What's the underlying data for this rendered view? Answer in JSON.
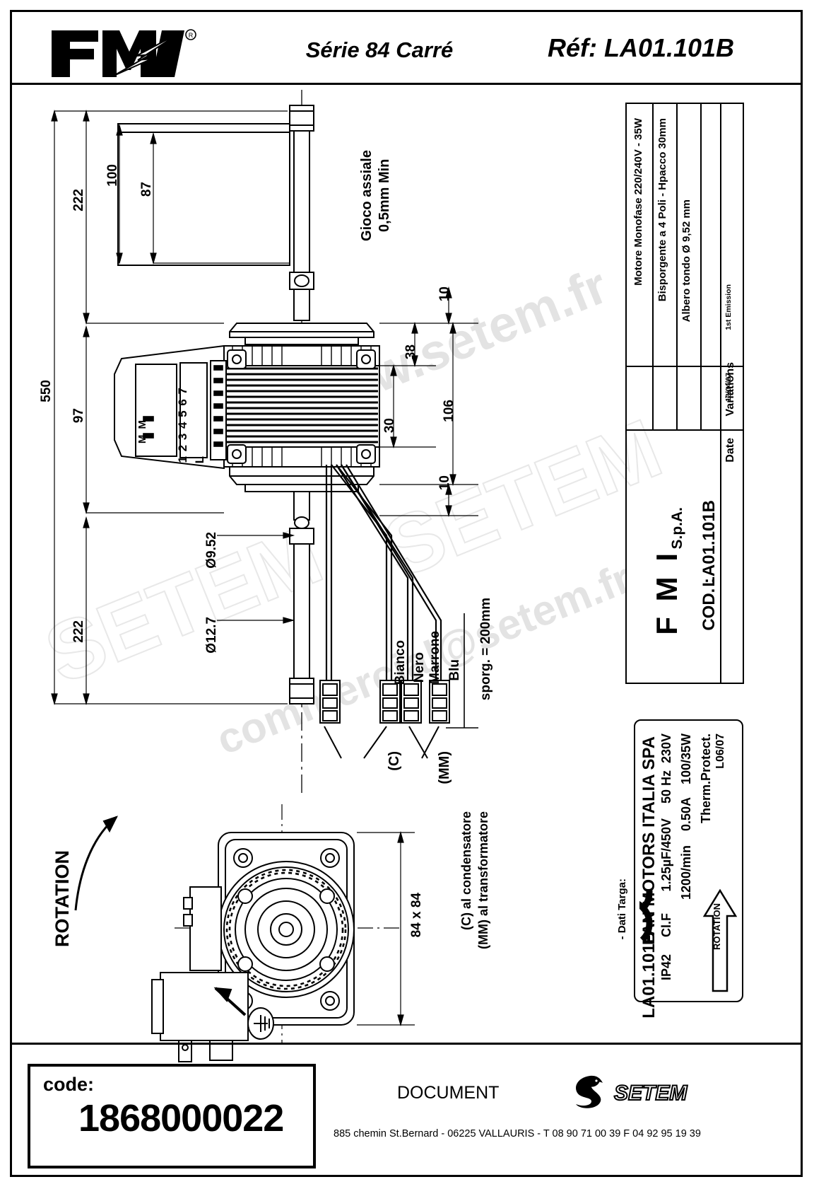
{
  "header": {
    "logo_alt": "FMI",
    "series_title": "Série 84 Carré",
    "reference": "Réf:  LA01.101B"
  },
  "watermarks": [
    "www.setem.fr",
    "SETEM",
    "SETEM",
    "commercial@setem.fr"
  ],
  "spec_table": {
    "rows": [
      "Motore Monofase 220/240V - 35W",
      "Bisporgente a 4 Poli  -  Hpacco 30mm",
      "Albero tondo Ø 9,52 mm"
    ],
    "revision": "1st Emission",
    "revision_date": "13/04/07",
    "col_date": "Date",
    "col_variations": "Variations",
    "company": "F M I",
    "company_suffix": "S.p.A.",
    "cod_label": "COD. :",
    "cod_value": "LA01.101B"
  },
  "nameplate": {
    "caption": "- Dati Targa:",
    "company": "FAN MOTORS ITALIA SPA",
    "model": "LA01.101B",
    "voltage": "230V",
    "frequency": "50 Hz",
    "capacitor": "1.25µF/450V",
    "insulation": "Cl.F",
    "protection": "IP42",
    "power": "100/35W",
    "current": "0.50A",
    "speed": "1200/min",
    "thermal": "Therm.Protect.",
    "batch": "L06/07",
    "ce_mark": "CE",
    "rotation_label": "ROTATION"
  },
  "dimensions": {
    "overall_length": "550",
    "shaft_a": "222",
    "shaft_b": "222",
    "body_97": "97",
    "blade_100": "100",
    "blade_87": "87",
    "d_10_top": "10",
    "d_38": "38",
    "d_30": "30",
    "d_106": "106",
    "d_10_bottom": "10",
    "shaft_dia_952": "Ø9.52",
    "shaft_dia_127": "Ø12.7",
    "square_84": "84 x 84"
  },
  "notes": {
    "axial_play": "Gioco assiale\n0,5mm Min",
    "rotation": "ROTATION",
    "lead_length": "sporg. = 200mm",
    "legend_c": "(C) al condensatore",
    "legend_mm": "(MM) al transformatore",
    "tag_c": "(C)",
    "tag_mm": "(MM)"
  },
  "wire_labels": [
    "Bianco",
    "Nero",
    "Marrone",
    "Blu"
  ],
  "terminal_block": {
    "mm_label": "M M",
    "numbers": "1 2 3 4 5 6 7",
    "l_label": "L"
  },
  "footer": {
    "code_label": "code:",
    "code_value": "1868000022",
    "document_word": "DOCUMENT",
    "brand": "SETEM",
    "address": "885 chemin St.Bernard  -   06225 VALLAURIS  -  T 08 90 71 00 39   F 04 92 95 19 39"
  }
}
